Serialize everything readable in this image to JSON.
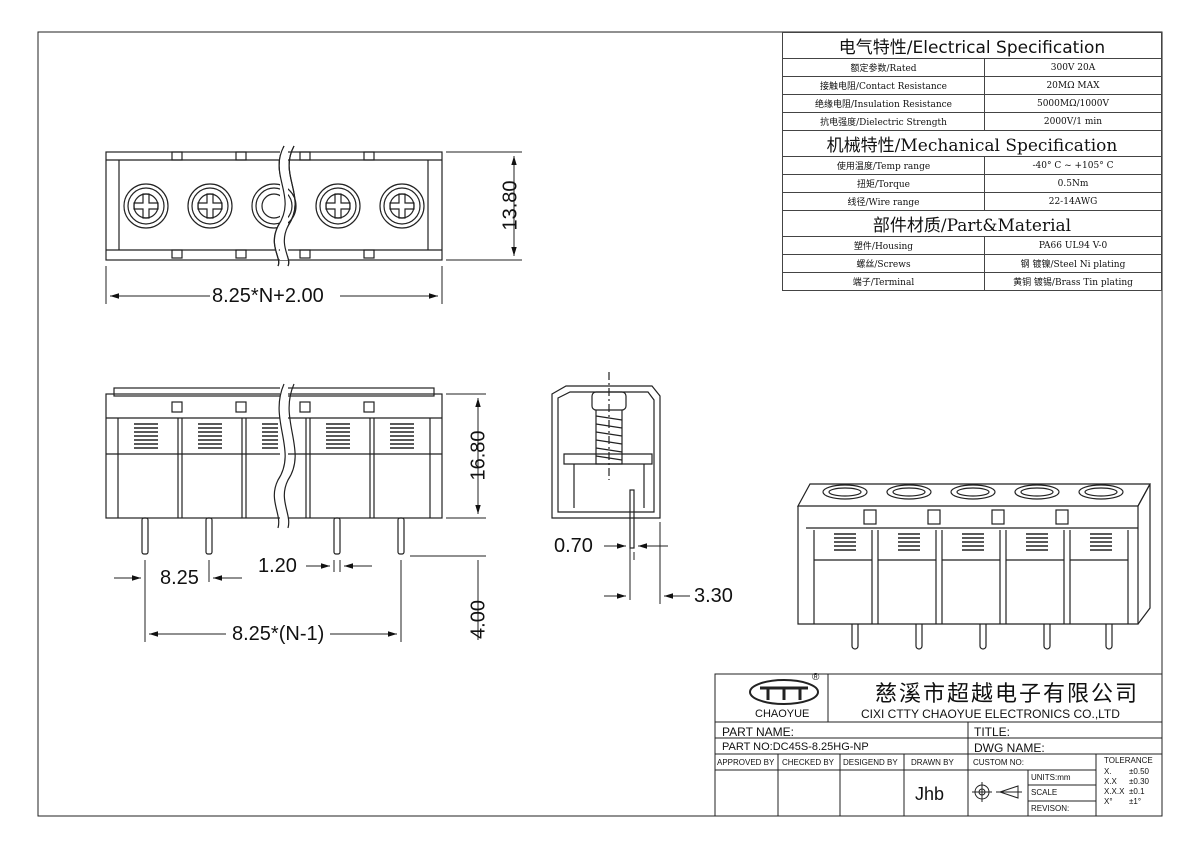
{
  "spec": {
    "electrical_title": "电气特性/Electrical Specification",
    "electrical_rows": [
      {
        "label": "额定参数/Rated",
        "value": "300V  20A"
      },
      {
        "label": "接触电阻/Contact Resistance",
        "value": "20MΩ MAX"
      },
      {
        "label": "绝缘电阻/Insulation Resistance",
        "value": "5000MΩ/1000V"
      },
      {
        "label": "抗电强度/Dielectric Strength",
        "value": "2000V/1 min"
      }
    ],
    "mechanical_title": "机械特性/Mechanical Specification",
    "mechanical_rows": [
      {
        "label": "使用温度/Temp range",
        "value": "-40° C ~ +105° C"
      },
      {
        "label": "扭矩/Torque",
        "value": "0.5Nm"
      },
      {
        "label": "线径/Wire range",
        "value": "22-14AWG"
      }
    ],
    "material_title": "部件材质/Part&Material",
    "material_rows": [
      {
        "label": "塑件/Housing",
        "value": "PA66 UL94 V-0"
      },
      {
        "label": "螺丝/Screws",
        "value": "钢 镀镍/Steel Ni plating"
      },
      {
        "label": "端子/Terminal",
        "value": "黄铜 镀锡/Brass Tin  plating"
      }
    ]
  },
  "dimensions": {
    "top_height": "13.80",
    "top_width": "8.25*N+2.00",
    "front_height": "16.80",
    "pitch": "8.25",
    "pin_width": "1.20",
    "span": "8.25*(N-1)",
    "pin_length": "4.00",
    "pin_thickness": "0.70",
    "pin_offset": "3.30"
  },
  "title_block": {
    "logo_text": "CHAOYUE",
    "registered": "®",
    "company_cn": "慈溪市超越电子有限公司",
    "company_en": "CIXI CTTY CHAOYUE ELECTRONICS CO.,LTD",
    "part_name_label": "PART NAME:",
    "title_label": "TITLE:",
    "part_no": "PART NO:DC45S-8.25HG-NP",
    "dwg_name_label": "DWG NAME:",
    "approved_by": "APPROVED BY",
    "checked_by": "CHECKED BY",
    "designed_by": "DESIGEND BY",
    "drawn_by": "DRAWN BY",
    "drawn_value": "Jhb",
    "custom_no": "CUSTOM NO:",
    "units": "UNITS:mm",
    "scale": "SCALE",
    "revision": "REVISON:",
    "tolerance_title": "TOLERANCE",
    "tolerance_rows": [
      {
        "k": "X.",
        "v": "±0.50"
      },
      {
        "k": "X.X",
        "v": "±0.30"
      },
      {
        "k": "X.X.X",
        "v": "±0.1"
      },
      {
        "k": "X°",
        "v": "±1°"
      }
    ]
  }
}
